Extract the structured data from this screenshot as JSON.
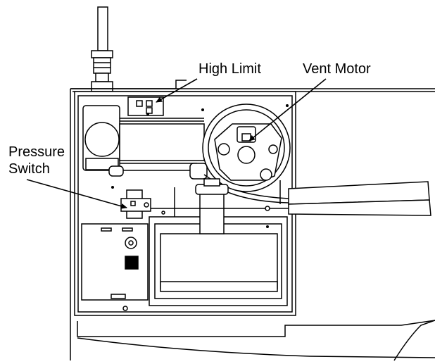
{
  "labels": {
    "high_limit": "High Limit",
    "vent_motor": "Vent Motor",
    "pressure_line1": "Pressure",
    "pressure_line2": "Switch"
  },
  "colors": {
    "line": "#000000",
    "background": "#ffffff",
    "panel_fill": "#ffffff"
  }
}
